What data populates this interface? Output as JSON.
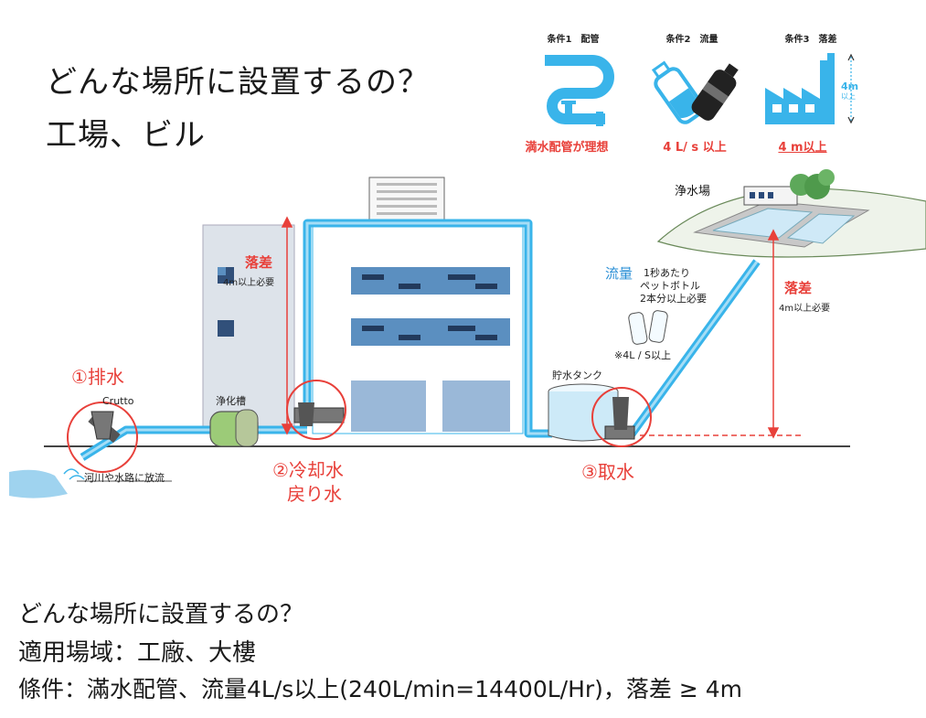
{
  "title": {
    "line1": "どんな場所に設置するの？",
    "line2": "工場、ビル"
  },
  "conditions": [
    {
      "title": "条件1　配管",
      "value": "満水配管が理想",
      "icon": "pipe-icon"
    },
    {
      "title": "条件2　流量",
      "value": "4 L/ s 以上",
      "icon": "bottle-icon"
    },
    {
      "title": "条件3　落差",
      "value": "4 m以上",
      "icon": "factory-icon",
      "height_label": "4m",
      "height_sub": "以上"
    }
  ],
  "diagram": {
    "water_plant": "浄水場",
    "drop_left": {
      "label": "落差",
      "note": "4m以上必要"
    },
    "drop_right": {
      "label": "落差",
      "note": "4m以上必要"
    },
    "flow": {
      "label": "流量",
      "line1": "1秒あたり",
      "line2": "ペットボトル",
      "line3": "2本分以上必要",
      "note": "※4L / S以上"
    },
    "tank": "貯水タンク",
    "septic": "浄化槽",
    "drain": "①排水",
    "crutto": "Crutto",
    "river": "河川や水路に放流",
    "cooling_line1": "②冷却水",
    "cooling_line2": "戻り水",
    "intake": "③取水"
  },
  "bottom": {
    "line1": "どんな場所に設置するの？",
    "line2": "適用場域：工廠、大樓",
    "line3": "條件：滿水配管、流量4L/s以上(240L/min=14400L/Hr)，落差 ≥ 4m"
  },
  "colors": {
    "pipe": "#39b4ea",
    "accent_red": "#e8403a",
    "flow_blue": "#2a8fd6",
    "building_gray": "#dde3ea",
    "window_blue": "#5b8fc0"
  }
}
